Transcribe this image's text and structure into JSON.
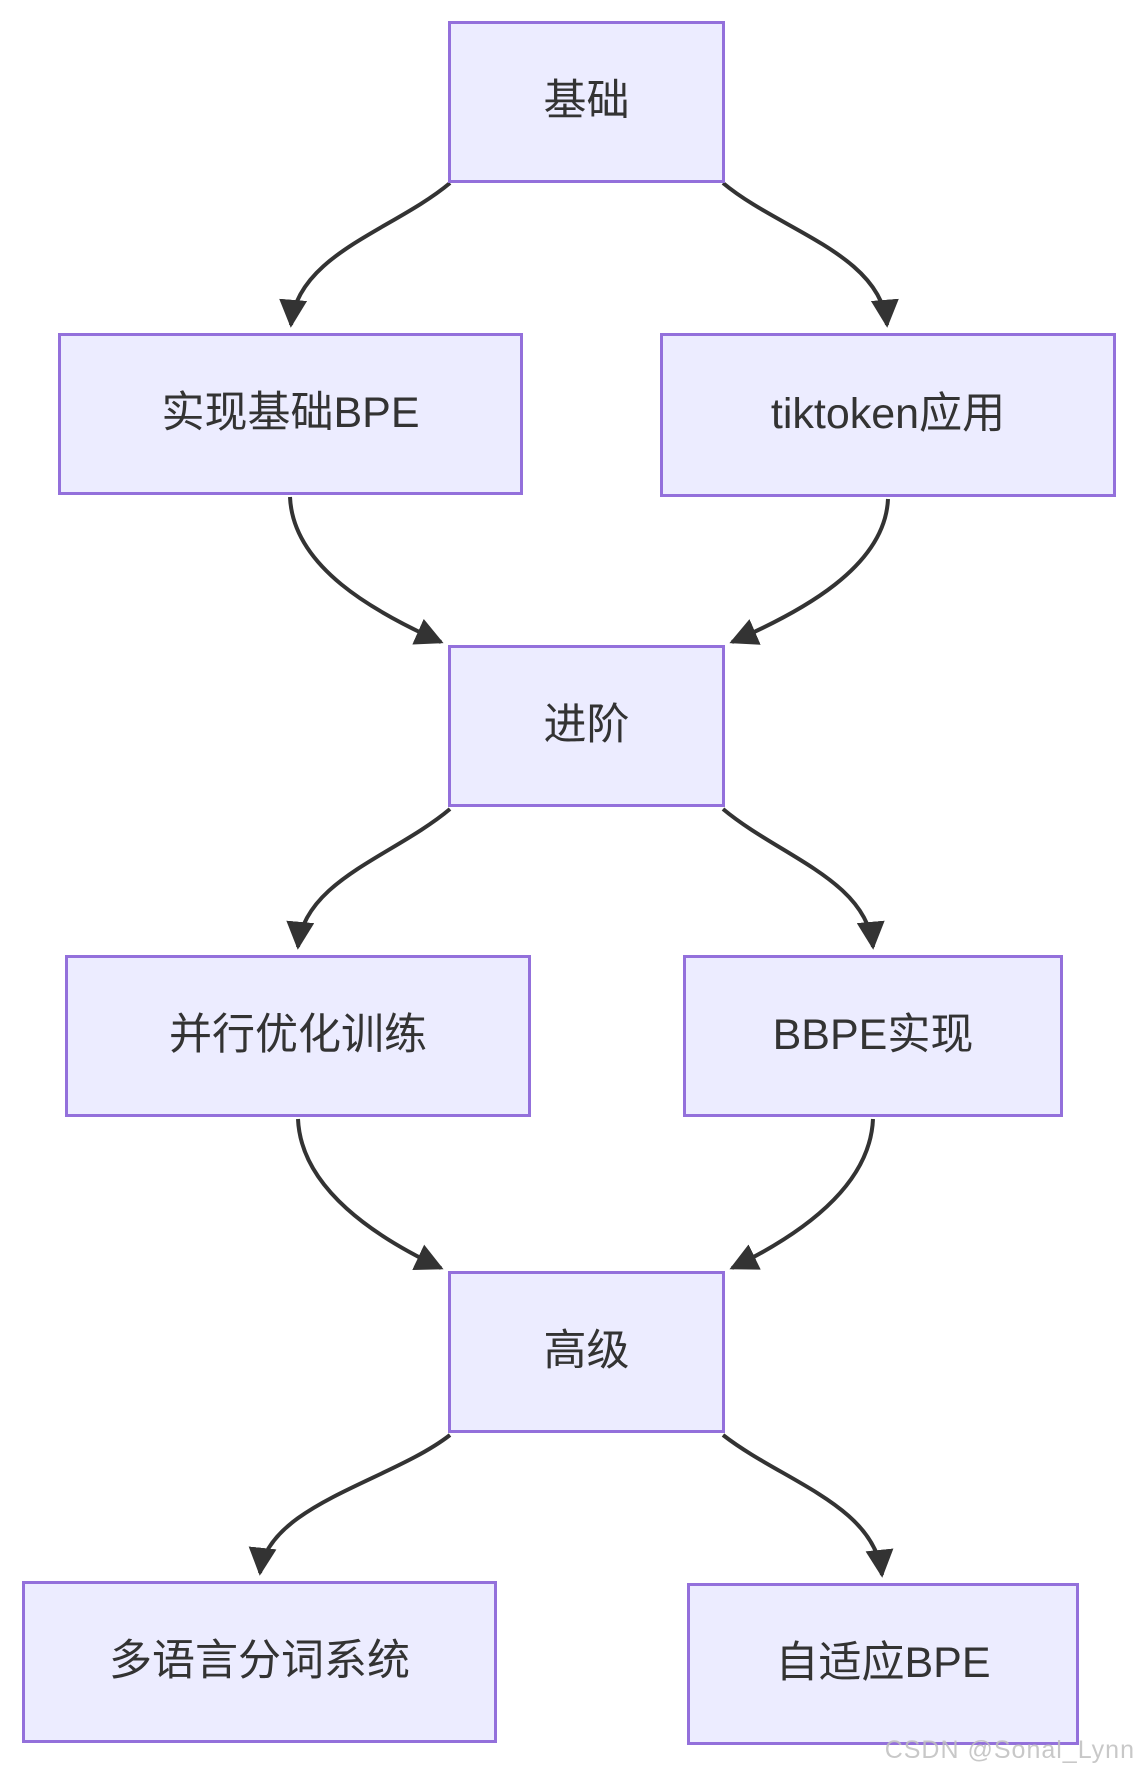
{
  "diagram": {
    "type": "flowchart",
    "direction": "top-down",
    "nodes": [
      {
        "id": "basic",
        "label": "基础"
      },
      {
        "id": "bpe-impl",
        "label": "实现基础BPE"
      },
      {
        "id": "tiktoken",
        "label": "tiktoken应用"
      },
      {
        "id": "intermediate",
        "label": "进阶"
      },
      {
        "id": "parallel-training",
        "label": "并行优化训练"
      },
      {
        "id": "bbpe-impl",
        "label": "BBPE实现"
      },
      {
        "id": "advanced",
        "label": "高级"
      },
      {
        "id": "multilingual-tokenizer",
        "label": "多语言分词系统"
      },
      {
        "id": "adaptive-bpe",
        "label": "自适应BPE"
      }
    ],
    "edges": [
      {
        "from": "basic",
        "to": "bpe-impl"
      },
      {
        "from": "basic",
        "to": "tiktoken"
      },
      {
        "from": "bpe-impl",
        "to": "intermediate"
      },
      {
        "from": "tiktoken",
        "to": "intermediate"
      },
      {
        "from": "intermediate",
        "to": "parallel-training"
      },
      {
        "from": "intermediate",
        "to": "bbpe-impl"
      },
      {
        "from": "parallel-training",
        "to": "advanced"
      },
      {
        "from": "bbpe-impl",
        "to": "advanced"
      },
      {
        "from": "advanced",
        "to": "multilingual-tokenizer"
      },
      {
        "from": "advanced",
        "to": "adaptive-bpe"
      }
    ],
    "colors": {
      "node_fill": "#ECECFF",
      "node_border": "#9370DB",
      "edge": "#333333",
      "text": "#333333",
      "background": "#FFFFFF",
      "watermark": "#BFBFBF"
    }
  },
  "watermark": {
    "text": "CSDN @Sonal_Lynn"
  }
}
